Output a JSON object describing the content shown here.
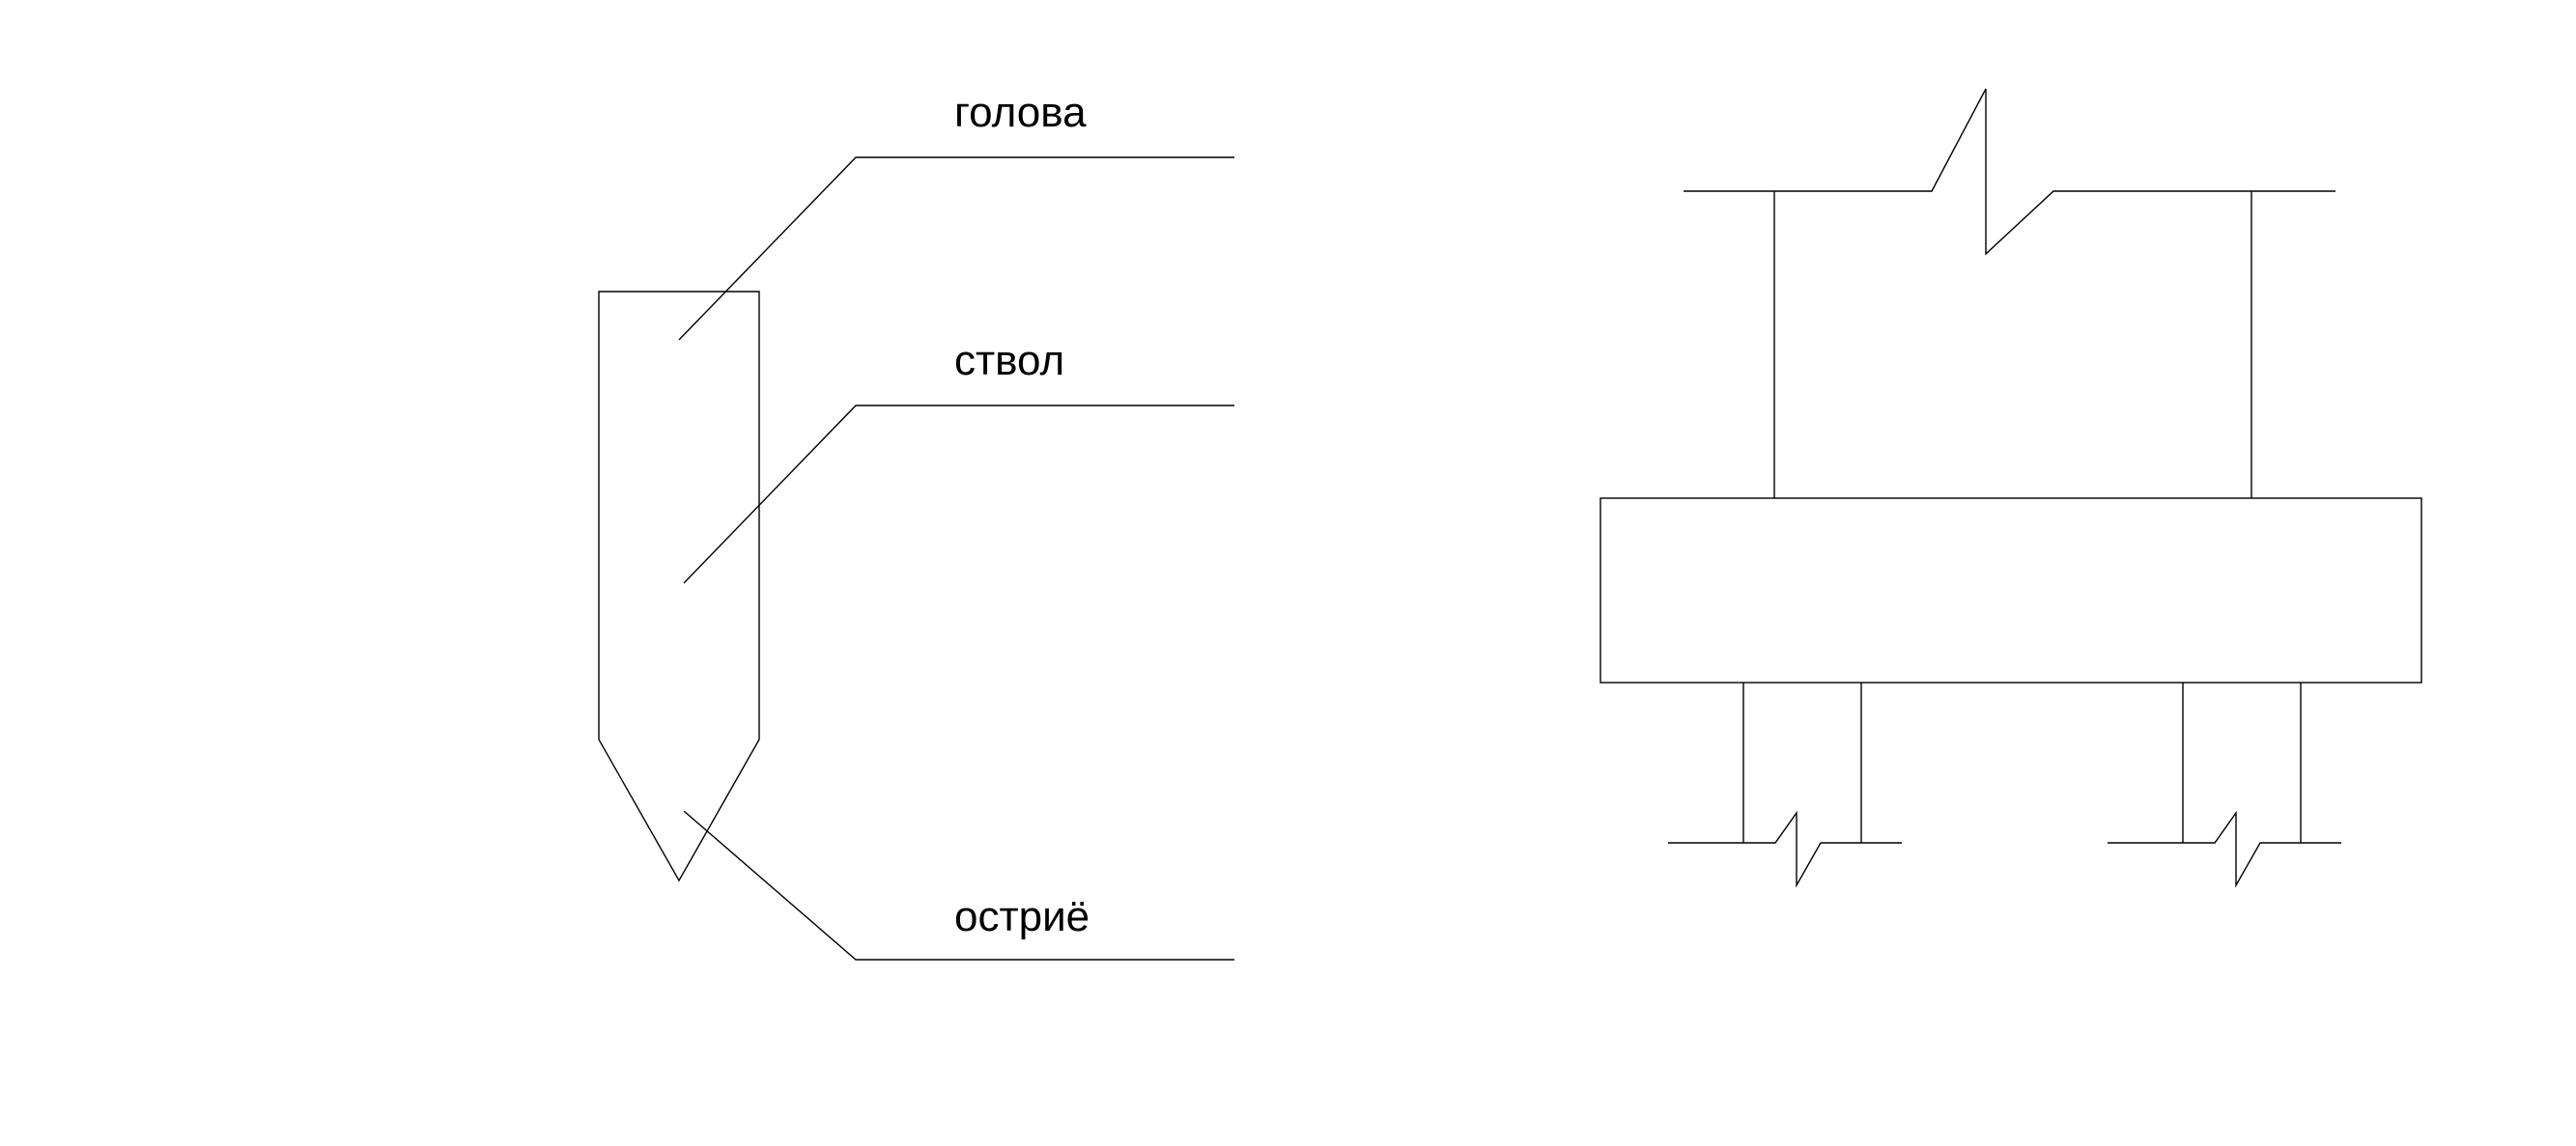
{
  "labels": {
    "head": "голова",
    "shaft": "ствол",
    "tip": "остриё"
  }
}
